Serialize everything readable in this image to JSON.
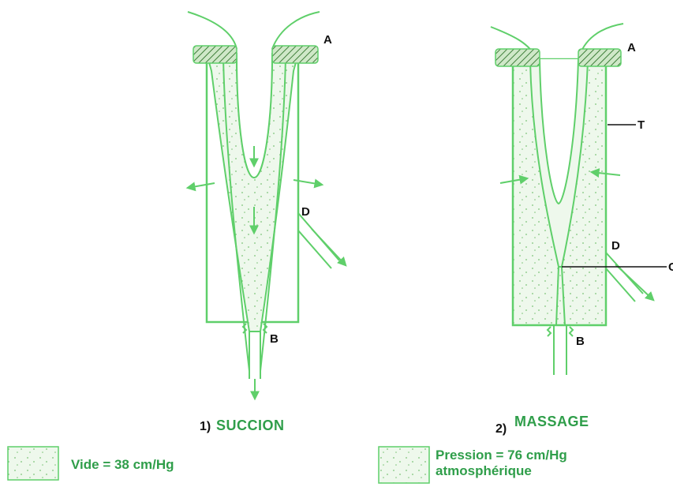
{
  "colors": {
    "line": "#5fcf6a",
    "fill": "#e9f6e6",
    "dots": "#8fcf8a",
    "hatch": "#3f7f3a",
    "text_green": "#2f9e4a",
    "text_dark": "#111111"
  },
  "panel1": {
    "number": "1)",
    "caption": "SUCCION",
    "labels": {
      "a": "A",
      "b": "B",
      "d": "D"
    }
  },
  "panel2": {
    "number": "2)",
    "caption": "MASSAGE",
    "labels": {
      "a": "A",
      "b": "B",
      "d": "D",
      "t": "T",
      "c": "C"
    }
  },
  "legend": {
    "vacuum": "Vide = 38 cm/Hg",
    "pressure_line1": "Pression = 76 cm/Hg",
    "pressure_line2": "atmosphérique"
  }
}
